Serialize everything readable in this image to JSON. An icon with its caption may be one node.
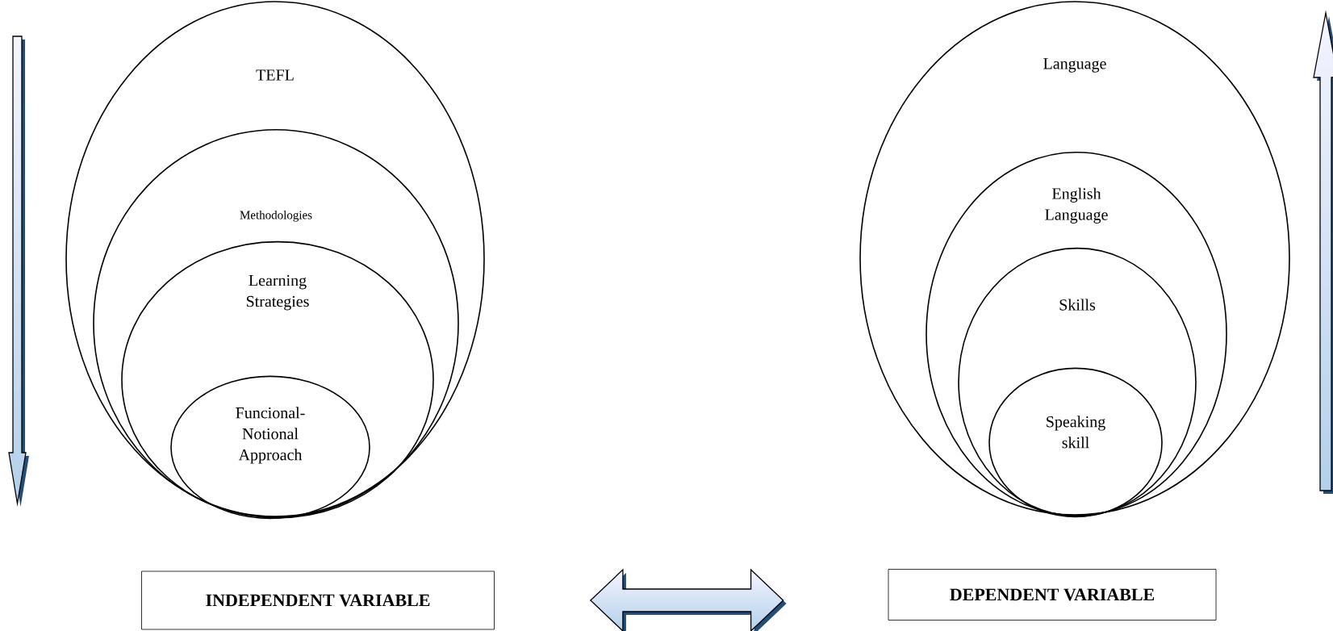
{
  "diagram": {
    "nodes": [
      {
        "text": [
          "TEFL"
        ]
      },
      {
        "text": [
          "Methodologies"
        ],
        "in": 0
      },
      {
        "text": [
          "Learning Strategies"
        ],
        "in": 1
      },
      {
        "text": [
          "Funcional-Notional Approach"
        ],
        "in": 2
      },
      {
        "text": [
          "Language"
        ]
      },
      {
        "text": [
          "English Language"
        ],
        "in": 4
      },
      {
        "text": [
          "Skills"
        ],
        "in": 5
      },
      {
        "text": [
          "Speaking skill"
        ],
        "in": 6
      },
      {
        "text": [
          "INDEPENDENT VARIABLE"
        ]
      },
      {
        "text": [
          "DEPENDENT VARIABLE"
        ]
      }
    ],
    "edges": [
      {
        "from": 8,
        "to": 9,
        "arrow": "both",
        "style": "thick"
      }
    ]
  }
}
